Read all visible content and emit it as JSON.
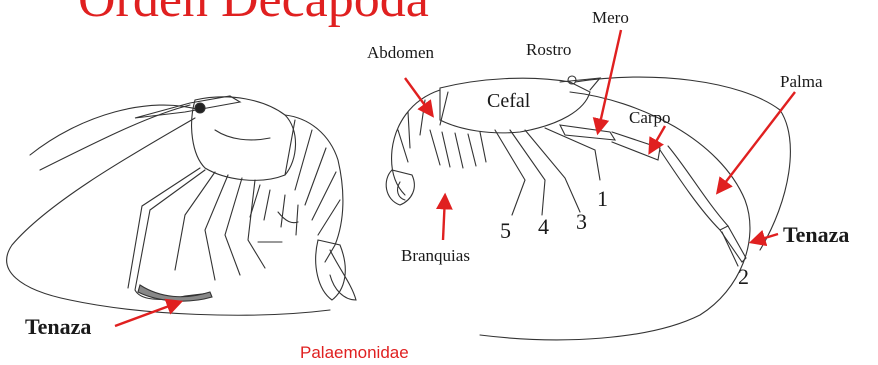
{
  "title": "Orden Decapoda",
  "family_label": "Palaemonidae",
  "accent_color": "#e02020",
  "labels": {
    "abdomen": "Abdomen",
    "rostro": "Rostro",
    "mero": "Mero",
    "cefal": "Cefal",
    "carpo": "Carpo",
    "palma": "Palma",
    "branquias": "Branquias",
    "tenaza_left": "Tenaza",
    "tenaza_right": "Tenaza"
  },
  "leg_numbers": {
    "n1": "1",
    "n2": "2",
    "n3": "3",
    "n4": "4",
    "n5": "5"
  }
}
